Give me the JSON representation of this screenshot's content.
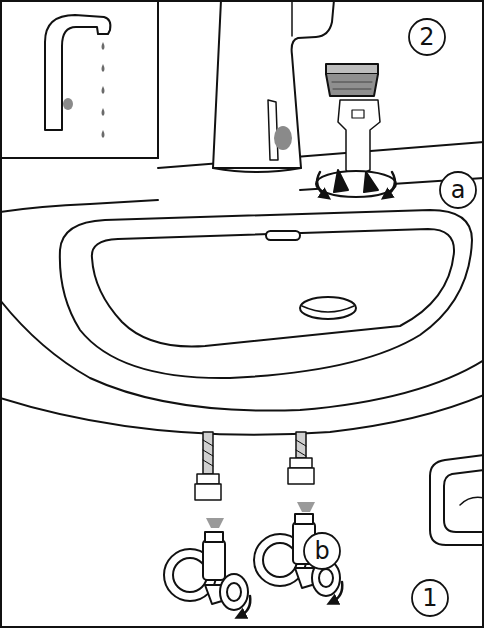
{
  "diagram": {
    "labels": [
      "2",
      "a",
      "b",
      "1"
    ]
  }
}
